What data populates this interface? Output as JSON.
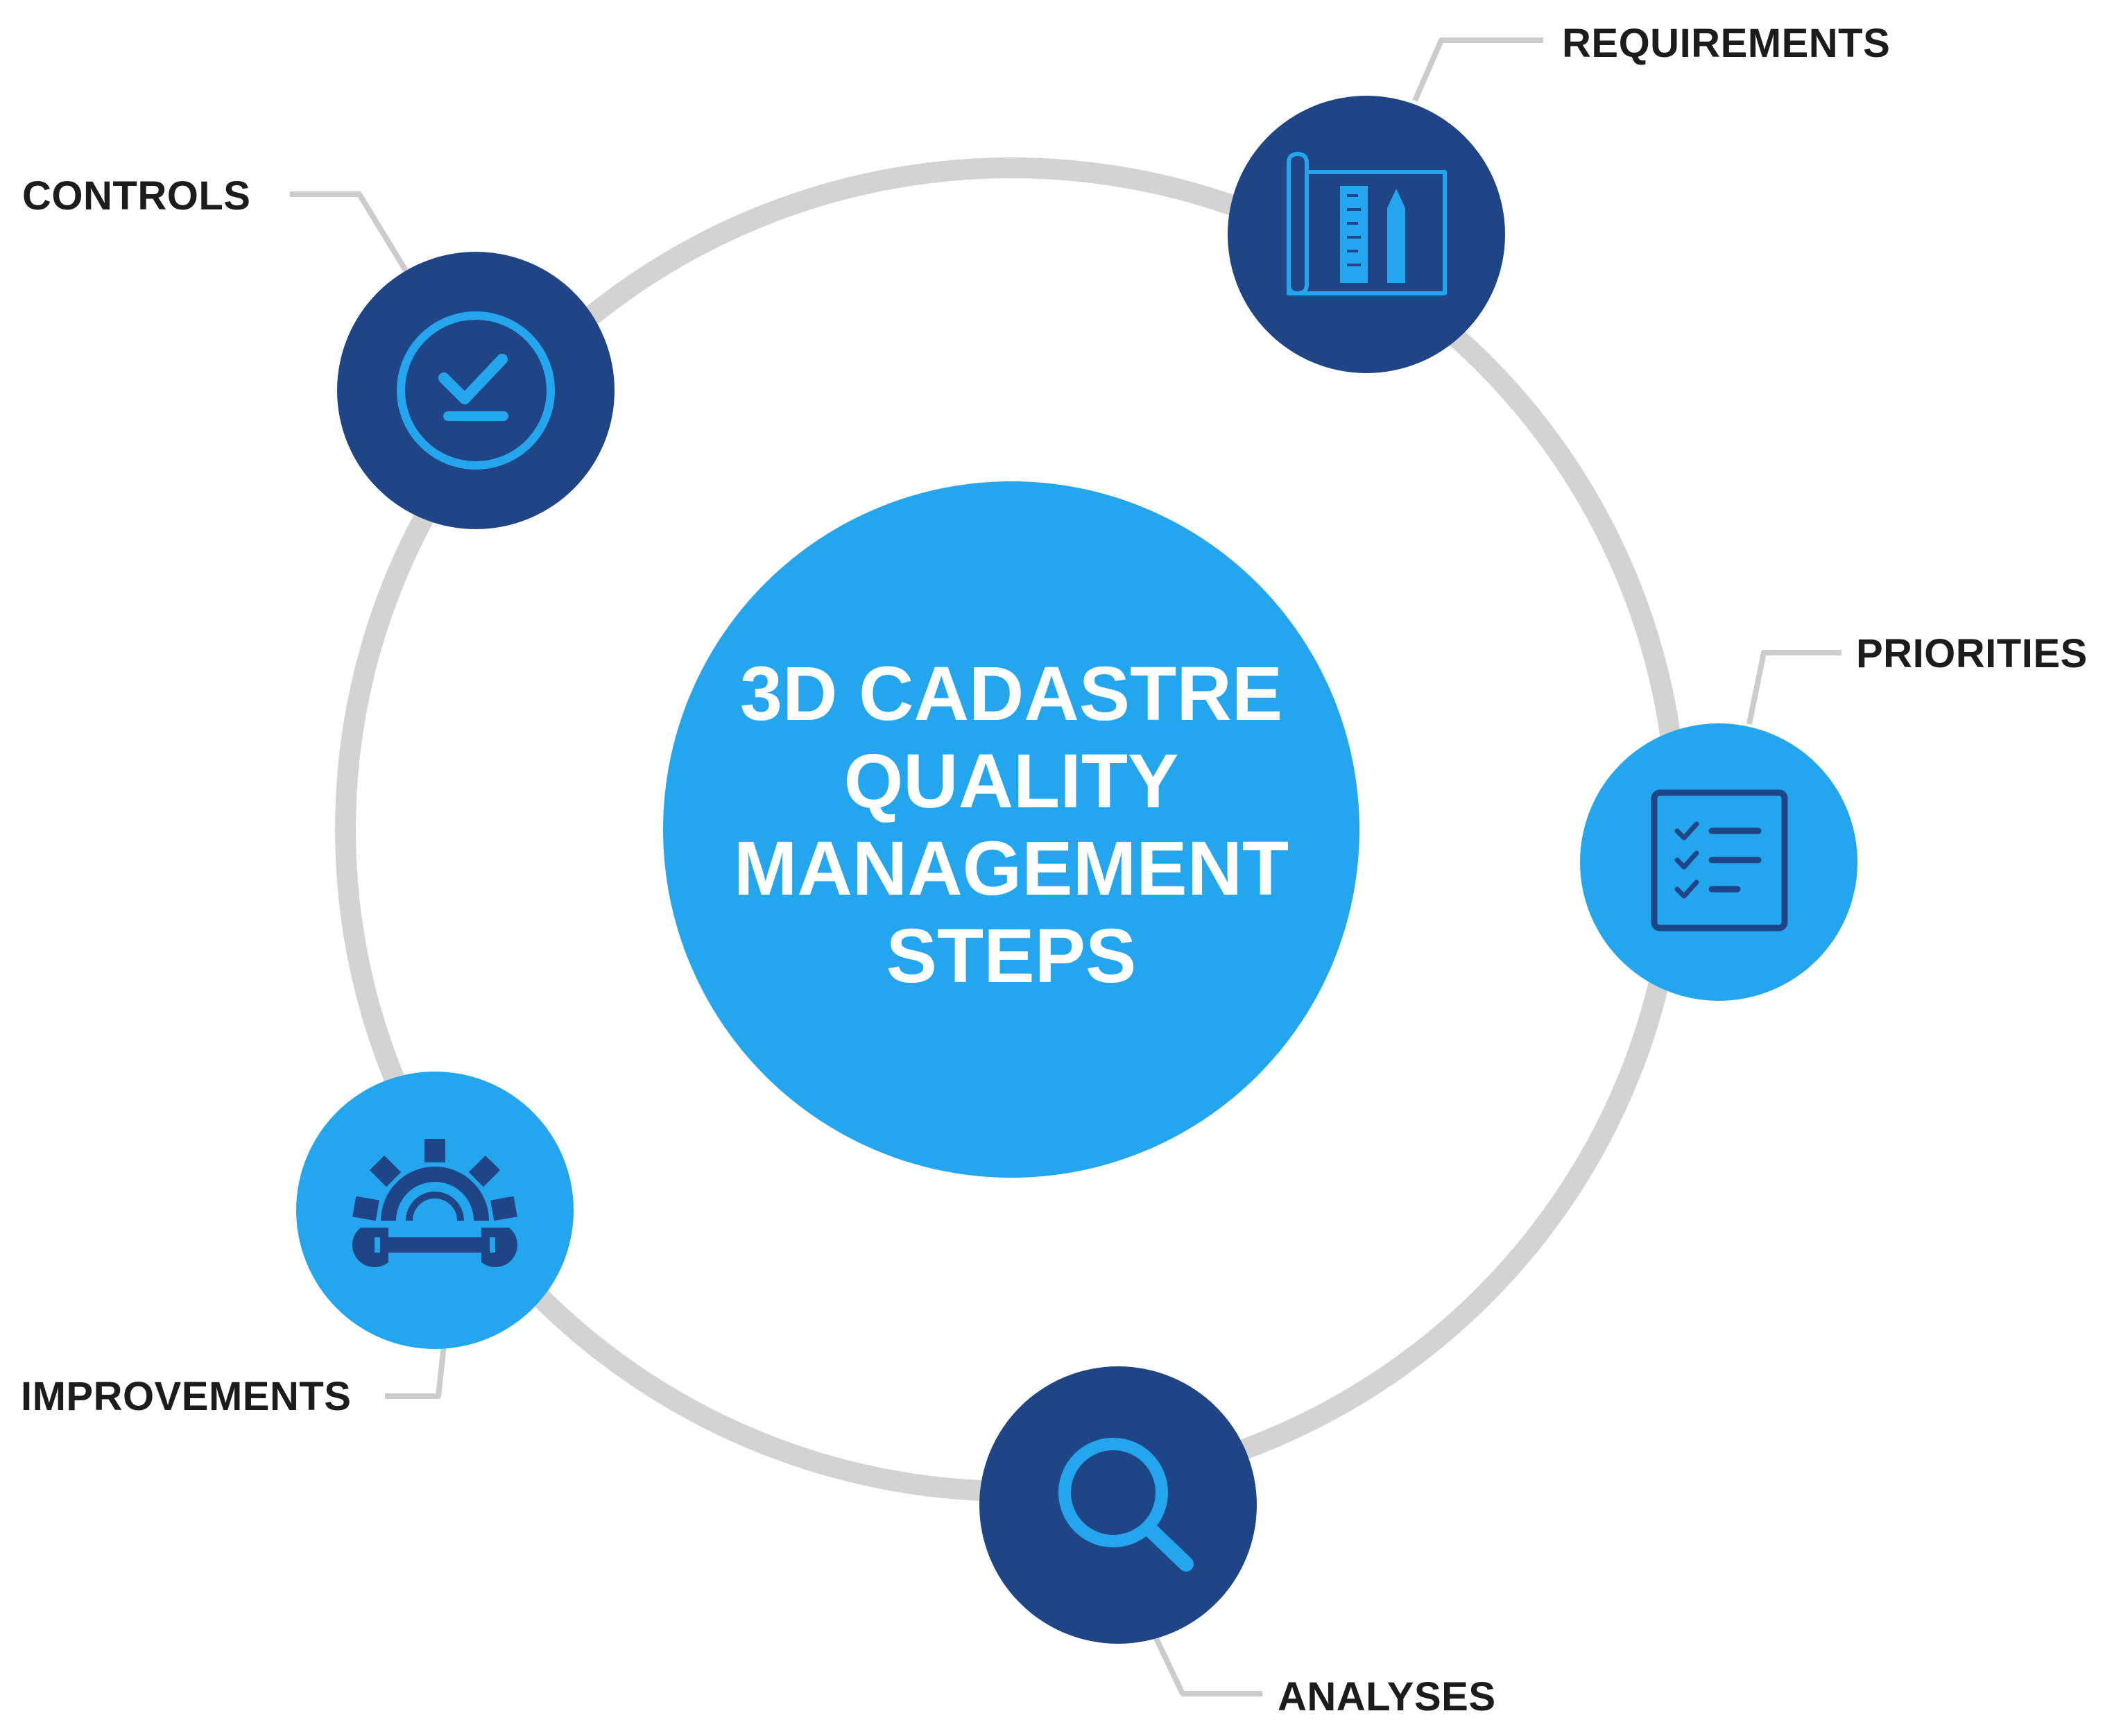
{
  "center": {
    "lines": [
      "3D CADASTRE",
      "QUALITY",
      "MANAGEMENT",
      "STEPS"
    ]
  },
  "steps": [
    {
      "id": "requirements",
      "label": "REQUIREMENTS",
      "icon": "blueprint-icon"
    },
    {
      "id": "priorities",
      "label": "PRIORITIES",
      "icon": "checklist-icon"
    },
    {
      "id": "analyses",
      "label": "ANALYSES",
      "icon": "magnifier-icon"
    },
    {
      "id": "improvements",
      "label": "IMPROVEMENTS",
      "icon": "gear-wrench-icon"
    },
    {
      "id": "controls",
      "label": "CONTROLS",
      "icon": "check-circle-icon"
    }
  ],
  "colors": {
    "ring": "#d3d3d3",
    "dark_blue": "#1f4587",
    "light_blue": "#24a6ef",
    "connector": "#cccccc",
    "label_text": "#1c1c1c"
  }
}
